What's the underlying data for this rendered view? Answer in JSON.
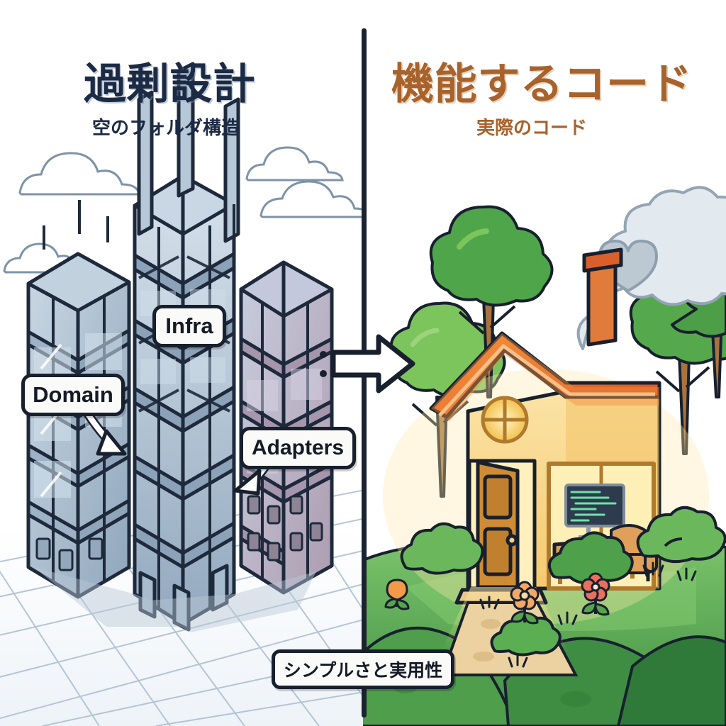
{
  "left": {
    "title": "過剰設計",
    "subtitle": "空のフォルダ構造",
    "title_color": "#1C2B45",
    "badges": [
      {
        "id": "domain",
        "label": "Domain"
      },
      {
        "id": "infra",
        "label": "Infra"
      },
      {
        "id": "adapters",
        "label": "Adapters"
      }
    ],
    "scene": "empty skeletal skyscrapers on isometric grid with outline clouds"
  },
  "right": {
    "title": "機能するコード",
    "subtitle": "実際のコード",
    "title_color": "#A8622B",
    "scene": "cozy glowing house with orange roof, chimney smoke with heart, trees, flowers, green hills"
  },
  "center": {
    "arrow_icon": "arrow-right-icon",
    "divider_color": "#1B2230"
  },
  "caption": {
    "text": "シンプルさと実用性"
  },
  "colors": {
    "building_fill": "#A9BCCD",
    "building_stroke": "#1E2A3C",
    "grid_line": "#9FB3C8",
    "roof": "#E8742C",
    "wall": "#F7D68A",
    "grass": "#5FAE55",
    "tree": "#57A449",
    "smoke": "#DCE4EA",
    "screen": "#2E3B4E",
    "code_text": "#6FE3A8"
  }
}
